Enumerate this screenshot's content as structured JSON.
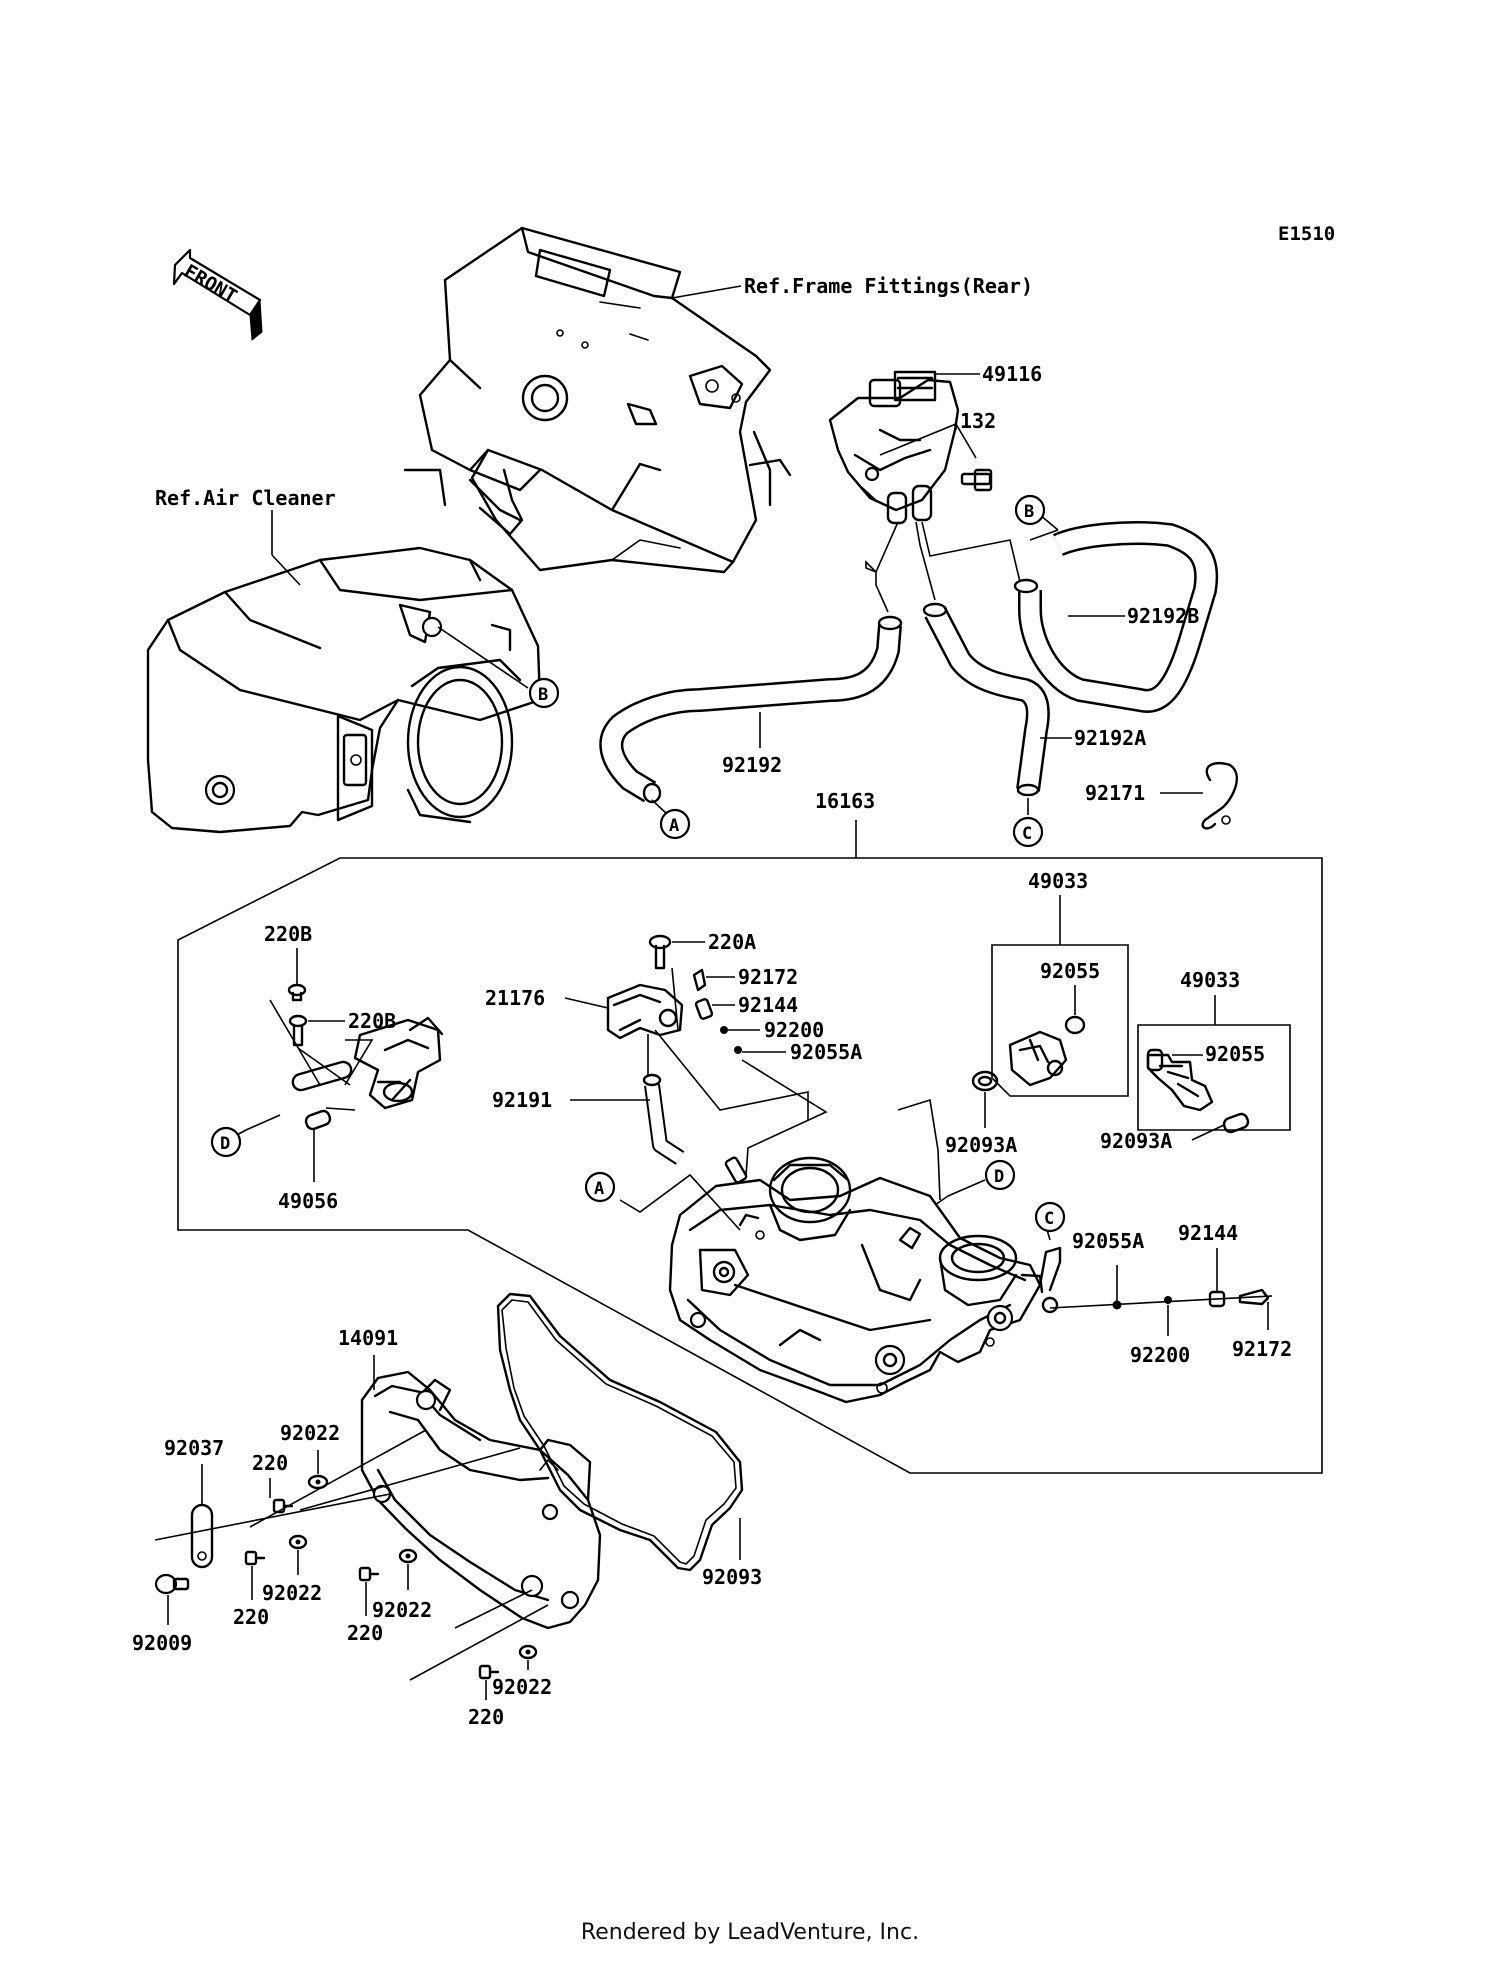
{
  "diagram_code": "E1510",
  "front_label": "FRONT",
  "references": {
    "frame": "Ref.Frame Fittings(Rear)",
    "air_cleaner": "Ref.Air Cleaner"
  },
  "callouts": {
    "a": "A",
    "b": "B",
    "c": "C",
    "d": "D"
  },
  "parts": {
    "p49116": "49116",
    "p132": "132",
    "p92192B": "92192B",
    "p92192": "92192",
    "p92192A": "92192A",
    "p92171": "92171",
    "p16163": "16163",
    "p49033_a": "49033",
    "p92055_a": "92055",
    "p49033_b": "49033",
    "p92055_b": "92055",
    "p92093A_a": "92093A",
    "p92093A_b": "92093A",
    "p220A": "220A",
    "p21176": "21176",
    "p92172_a": "92172",
    "p92144_a": "92144",
    "p92200_a": "92200",
    "p92055A_a": "92055A",
    "p92191": "92191",
    "p220B_a": "220B",
    "p220B_b": "220B",
    "p49056": "49056",
    "p92055A_b": "92055A",
    "p92144_b": "92144",
    "p92200_b": "92200",
    "p92172_b": "92172",
    "p14091": "14091",
    "p92022_a": "92022",
    "p220_a": "220",
    "p92037": "92037",
    "p92022_b": "92022",
    "p220_b": "220",
    "p92022_c": "92022",
    "p220_c": "220",
    "p92009": "92009",
    "p92022_d": "92022",
    "p220_d": "220",
    "p92093": "92093"
  },
  "footer": "Rendered by LeadVenture, Inc."
}
